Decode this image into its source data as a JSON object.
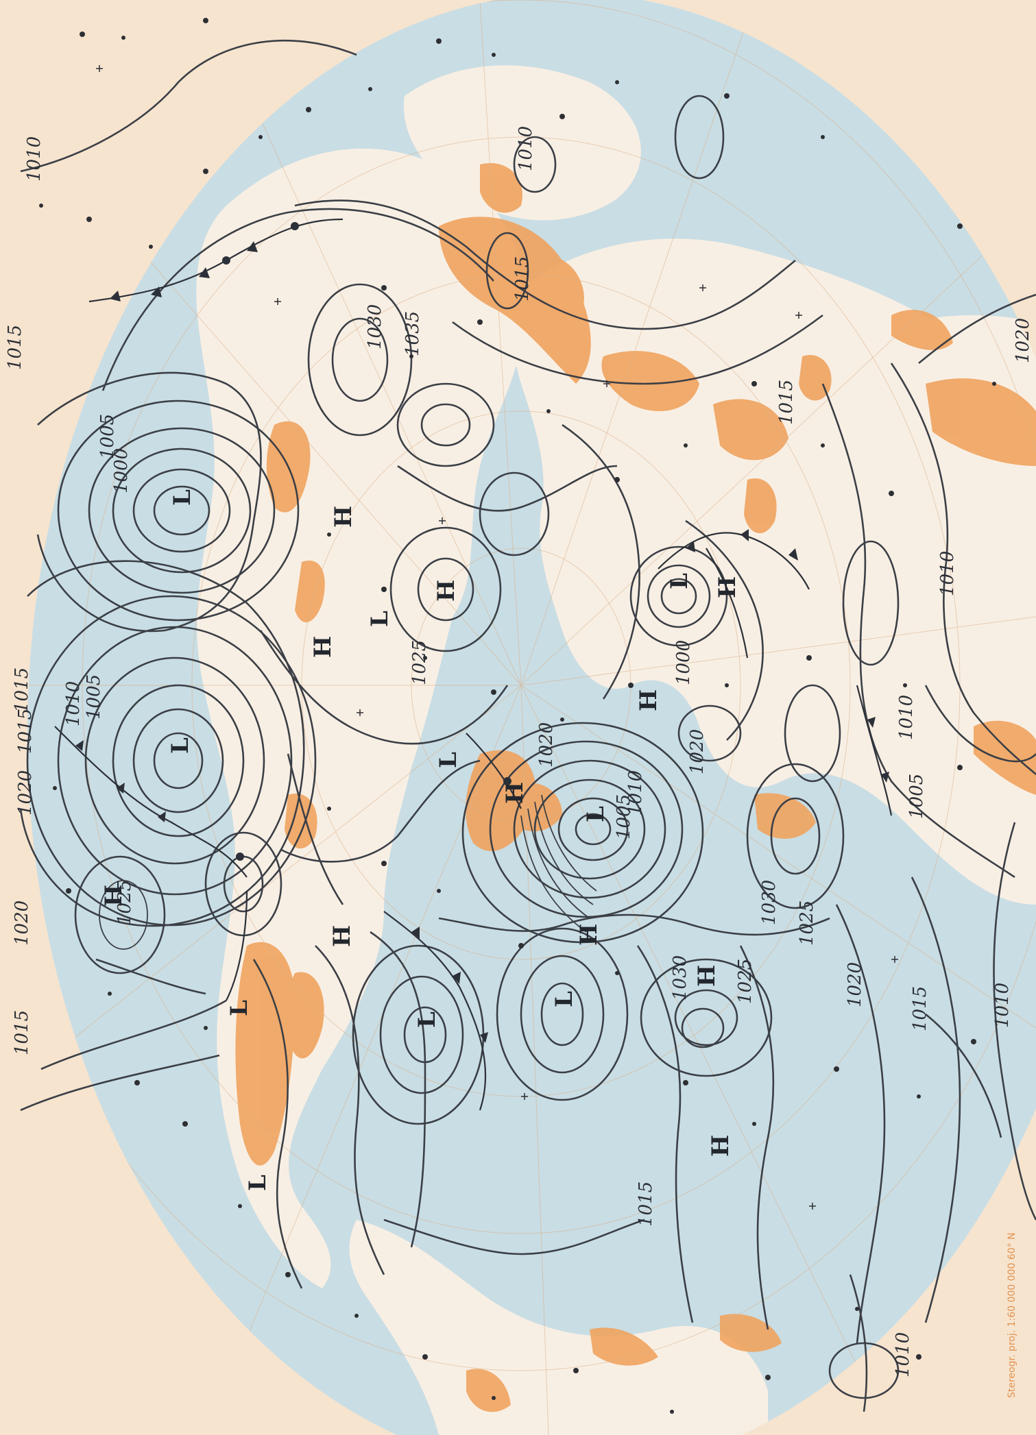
{
  "map": {
    "scale_note": "Stereogr. proj.  1:60 000 000  60° N",
    "colors": {
      "background": "#f6e4cf",
      "ocean": "#c9dde4",
      "land": "#f8efe4",
      "highland": "#f0a35e",
      "isobar": "#3b3f46",
      "grid": "#d9b089"
    },
    "isobar_labels": [
      "1010",
      "1015",
      "1015",
      "1015",
      "1020",
      "1020",
      "1015",
      "1005",
      "1000",
      "1010",
      "1005",
      "1025",
      "1030",
      "1035",
      "1015",
      "1010",
      "1025",
      "1020",
      "1010",
      "1005",
      "1000",
      "1020",
      "1030",
      "1025",
      "1020",
      "1015",
      "1010",
      "1010",
      "1005",
      "1010",
      "1015",
      "1025",
      "1030",
      "1020",
      "1015",
      "1010"
    ],
    "systems": [
      {
        "kind": "L"
      },
      {
        "kind": "L"
      },
      {
        "kind": "L"
      },
      {
        "kind": "L"
      },
      {
        "kind": "L"
      },
      {
        "kind": "L"
      },
      {
        "kind": "L"
      },
      {
        "kind": "L"
      },
      {
        "kind": "L"
      },
      {
        "kind": "L"
      },
      {
        "kind": "H"
      },
      {
        "kind": "H"
      },
      {
        "kind": "H"
      },
      {
        "kind": "H"
      },
      {
        "kind": "H"
      },
      {
        "kind": "H"
      },
      {
        "kind": "H"
      },
      {
        "kind": "H"
      },
      {
        "kind": "H"
      },
      {
        "kind": "H"
      },
      {
        "kind": "H"
      }
    ]
  }
}
